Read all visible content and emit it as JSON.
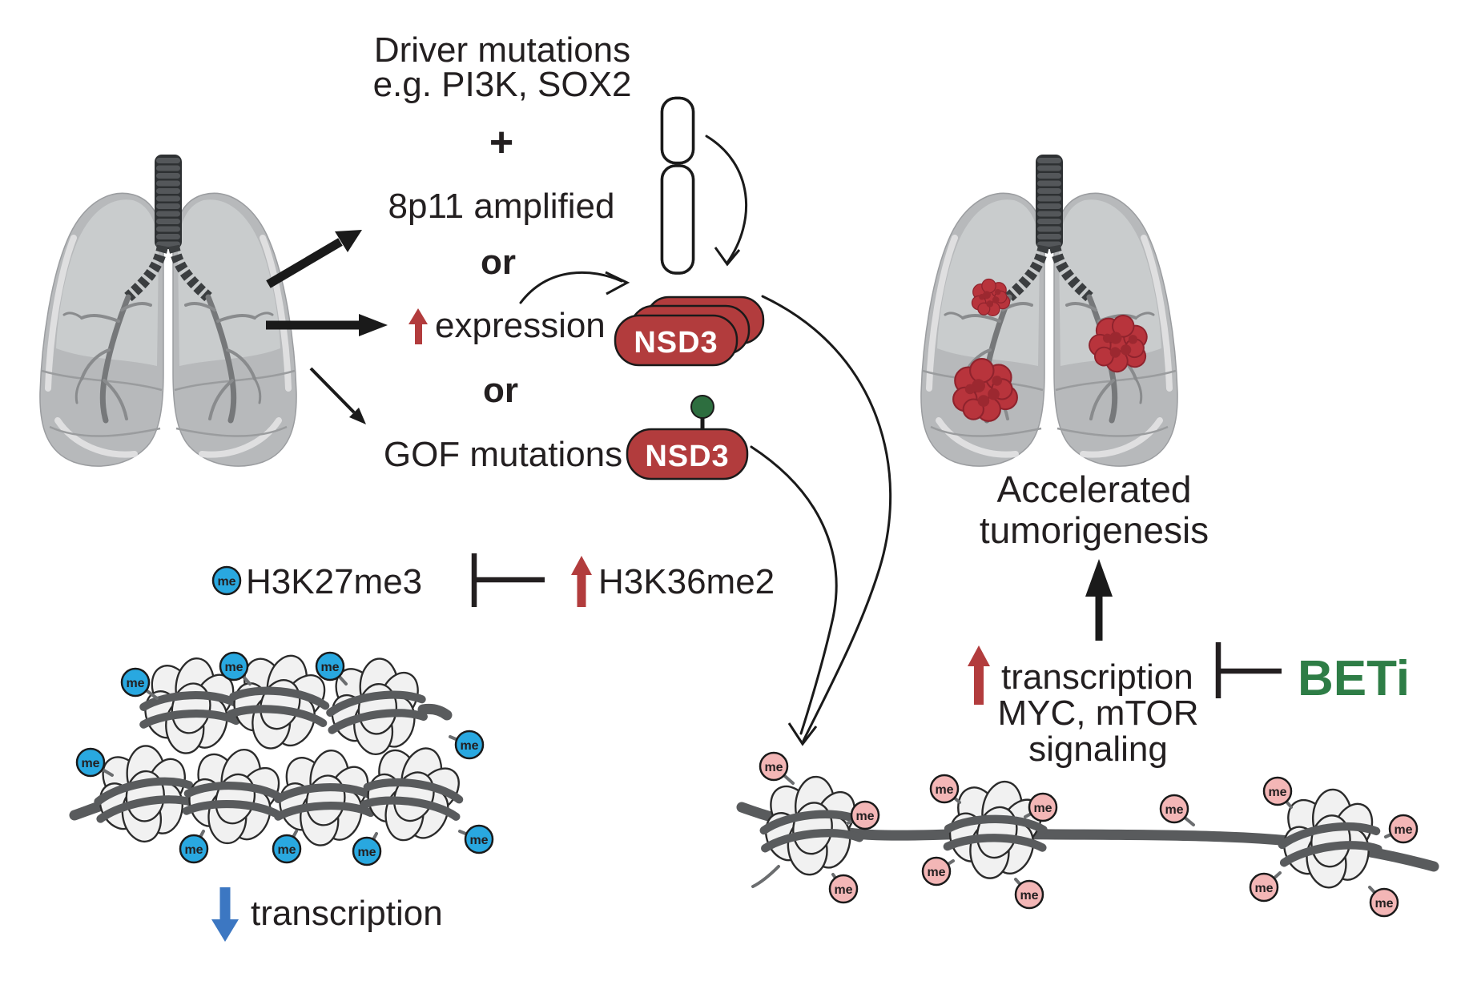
{
  "labels": {
    "driver_mutations_line1": "Driver mutations",
    "driver_mutations_line2": "e.g. PI3K, SOX2",
    "plus": "+",
    "amplified_8p11": "8p11 amplified",
    "or1": "or",
    "expression": "expression",
    "or2": "or",
    "gof_mutations": "GOF mutations",
    "nsd3": "NSD3",
    "h3k27me3": "H3K27me3",
    "h3k36me2": "H3K36me2",
    "me": "me",
    "transcription_down": "transcription",
    "accelerated_line1": "Accelerated",
    "accelerated_line2": "tumorigenesis",
    "transcription_up": "transcription",
    "myc_mtor": "MYC, mTOR",
    "signaling": "signaling",
    "beti": "BETi"
  },
  "colors": {
    "nsd3_red": "#b23c3d",
    "tumor_red": "#b8343c",
    "methyl_blue": "#29a8e0",
    "methyl_pink": "#f3b6b6",
    "gof_site_green": "#2d6e3f",
    "beti_green": "#2e7d46",
    "transcription_down_blue": "#3c77c2",
    "arrow_red": "#b23c3d",
    "dna_gray": "#595b5d",
    "lung_gray": "#b7b9bb",
    "text_black": "#231f20"
  }
}
